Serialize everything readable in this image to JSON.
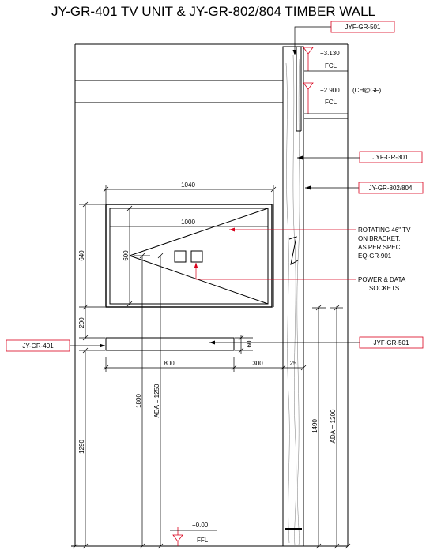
{
  "title": "JY-GR-401 TV UNIT & JY-GR-802/804 TIMBER WALL",
  "colors": {
    "line": "#000000",
    "tag": "#d9001b",
    "leader": "#d9001b"
  },
  "tags": {
    "jyf_gr_501_top": "JYF-GR-501",
    "jyf_gr_301": "JYF-GR-301",
    "jy_gr_802_804": "JY-GR-802/804",
    "jy_gr_401": "JY-GR-401",
    "jyf_gr_501_shelf": "JYF-GR-501"
  },
  "levels": {
    "l1_value": "+3.130",
    "l1_label": "FCL",
    "l2_value": "+2.900",
    "l2_label": "FCL",
    "l2_note": "(CH@GF)",
    "floor_value": "+0.00",
    "floor_label": "FFL"
  },
  "annotations": {
    "tv_lines": [
      "ROTATING 46\" TV",
      "ON BRACKET,",
      "AS PER SPEC.",
      "EQ-GR-901"
    ],
    "power_lines": [
      "POWER & DATA",
      "SOCKETS"
    ]
  },
  "dimensions": {
    "d1040": "1040",
    "d1000": "1000",
    "d640": "640",
    "d600": "600",
    "d200": "200",
    "d60": "60",
    "d800": "800",
    "d300": "300",
    "d25": "25",
    "d1290": "1290",
    "d1800": "1800",
    "ada1250": "ADA = 1250",
    "d1490": "1490",
    "ada1200": "ADA = 1200"
  }
}
